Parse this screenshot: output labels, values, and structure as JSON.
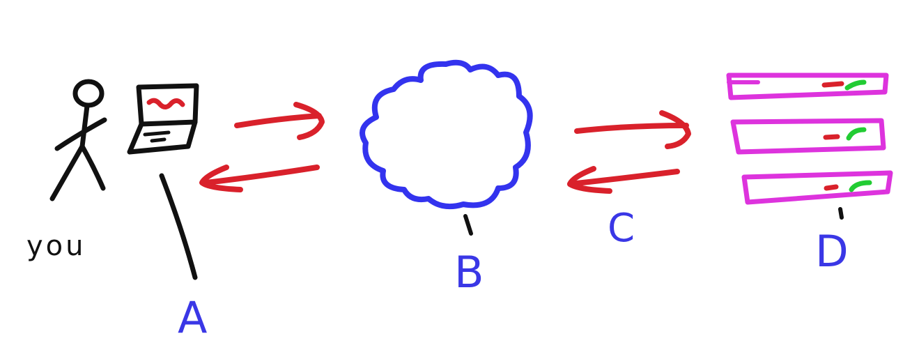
{
  "labels": {
    "you": "you",
    "a": "A",
    "b": "B",
    "c": "C",
    "d": "D"
  },
  "colors": {
    "background": "#ffffff",
    "ink": "#111111",
    "label_blue": "#3a37e6",
    "cloud_blue": "#3333ee",
    "arrow_red": "#d9212b",
    "server_magenta": "#dd33dd",
    "indicator_green": "#22cc33"
  },
  "icons": [
    "stick-figure-icon",
    "laptop-icon",
    "cloud-icon",
    "server-rack-icon"
  ]
}
